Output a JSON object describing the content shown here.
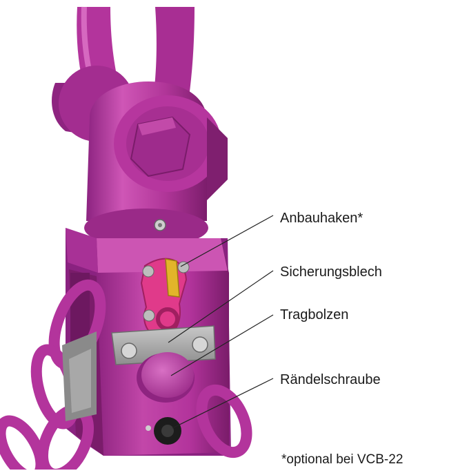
{
  "diagram": {
    "labels": {
      "anbauhaken": "Anbauhaken*",
      "sicherungsblech": "Sicherungsblech",
      "tragbolzen": "Tragbolzen",
      "raendelschraube": "Rändelschraube"
    },
    "footnote": "*optional bei VCB-22"
  },
  "colors": {
    "body": "#b8339f",
    "body_light": "#d35bbb",
    "body_dark": "#7d1c6b",
    "hook": "#e03a8a",
    "latch": "#e2b52a",
    "plate": "#a3a3a3",
    "bolt": "#bfbfbf",
    "screw": "#1c1c1c",
    "leader": "#222222"
  }
}
